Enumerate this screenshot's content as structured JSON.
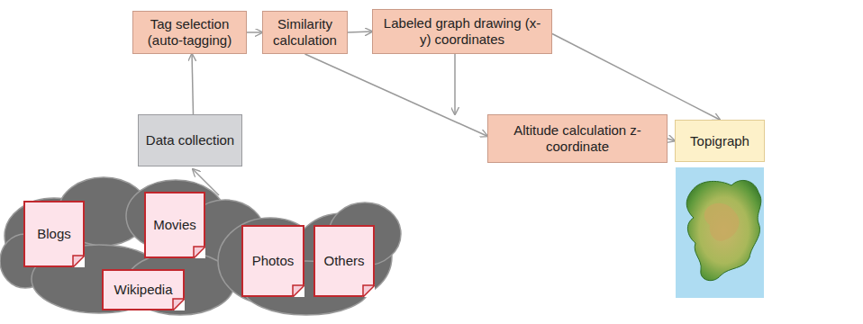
{
  "diagram": {
    "nodes": [
      {
        "text": [
          "Tag selection (auto-tagging)"
        ]
      },
      {
        "text": [
          "Similarity calculation"
        ]
      },
      {
        "text": [
          "Labeled graph drawing (x-y) coordinates"
        ]
      },
      {
        "text": [
          "Data collection"
        ]
      },
      {
        "text": [
          "Altitude calculation z-coordinate"
        ]
      },
      {
        "text": [
          "Topigraph"
        ]
      },
      {
        "text": [
          "Blogs"
        ]
      },
      {
        "text": [
          "Movies"
        ]
      },
      {
        "text": [
          "Photos"
        ]
      },
      {
        "text": [
          "Others"
        ]
      },
      {
        "text": [
          "Wikipedia"
        ]
      }
    ],
    "edges": [
      {
        "from": 3,
        "to": 0,
        "arrow": "to"
      },
      {
        "from": 0,
        "to": 1,
        "arrow": "to"
      },
      {
        "from": 1,
        "to": 2,
        "arrow": "to"
      },
      {
        "from": 1,
        "to": 4,
        "arrow": "to"
      },
      {
        "from": 2,
        "to": 4,
        "arrow": "to"
      },
      {
        "from": 2,
        "to": 5,
        "arrow": "to"
      },
      {
        "from": 4,
        "to": 5,
        "arrow": "to"
      }
    ]
  }
}
